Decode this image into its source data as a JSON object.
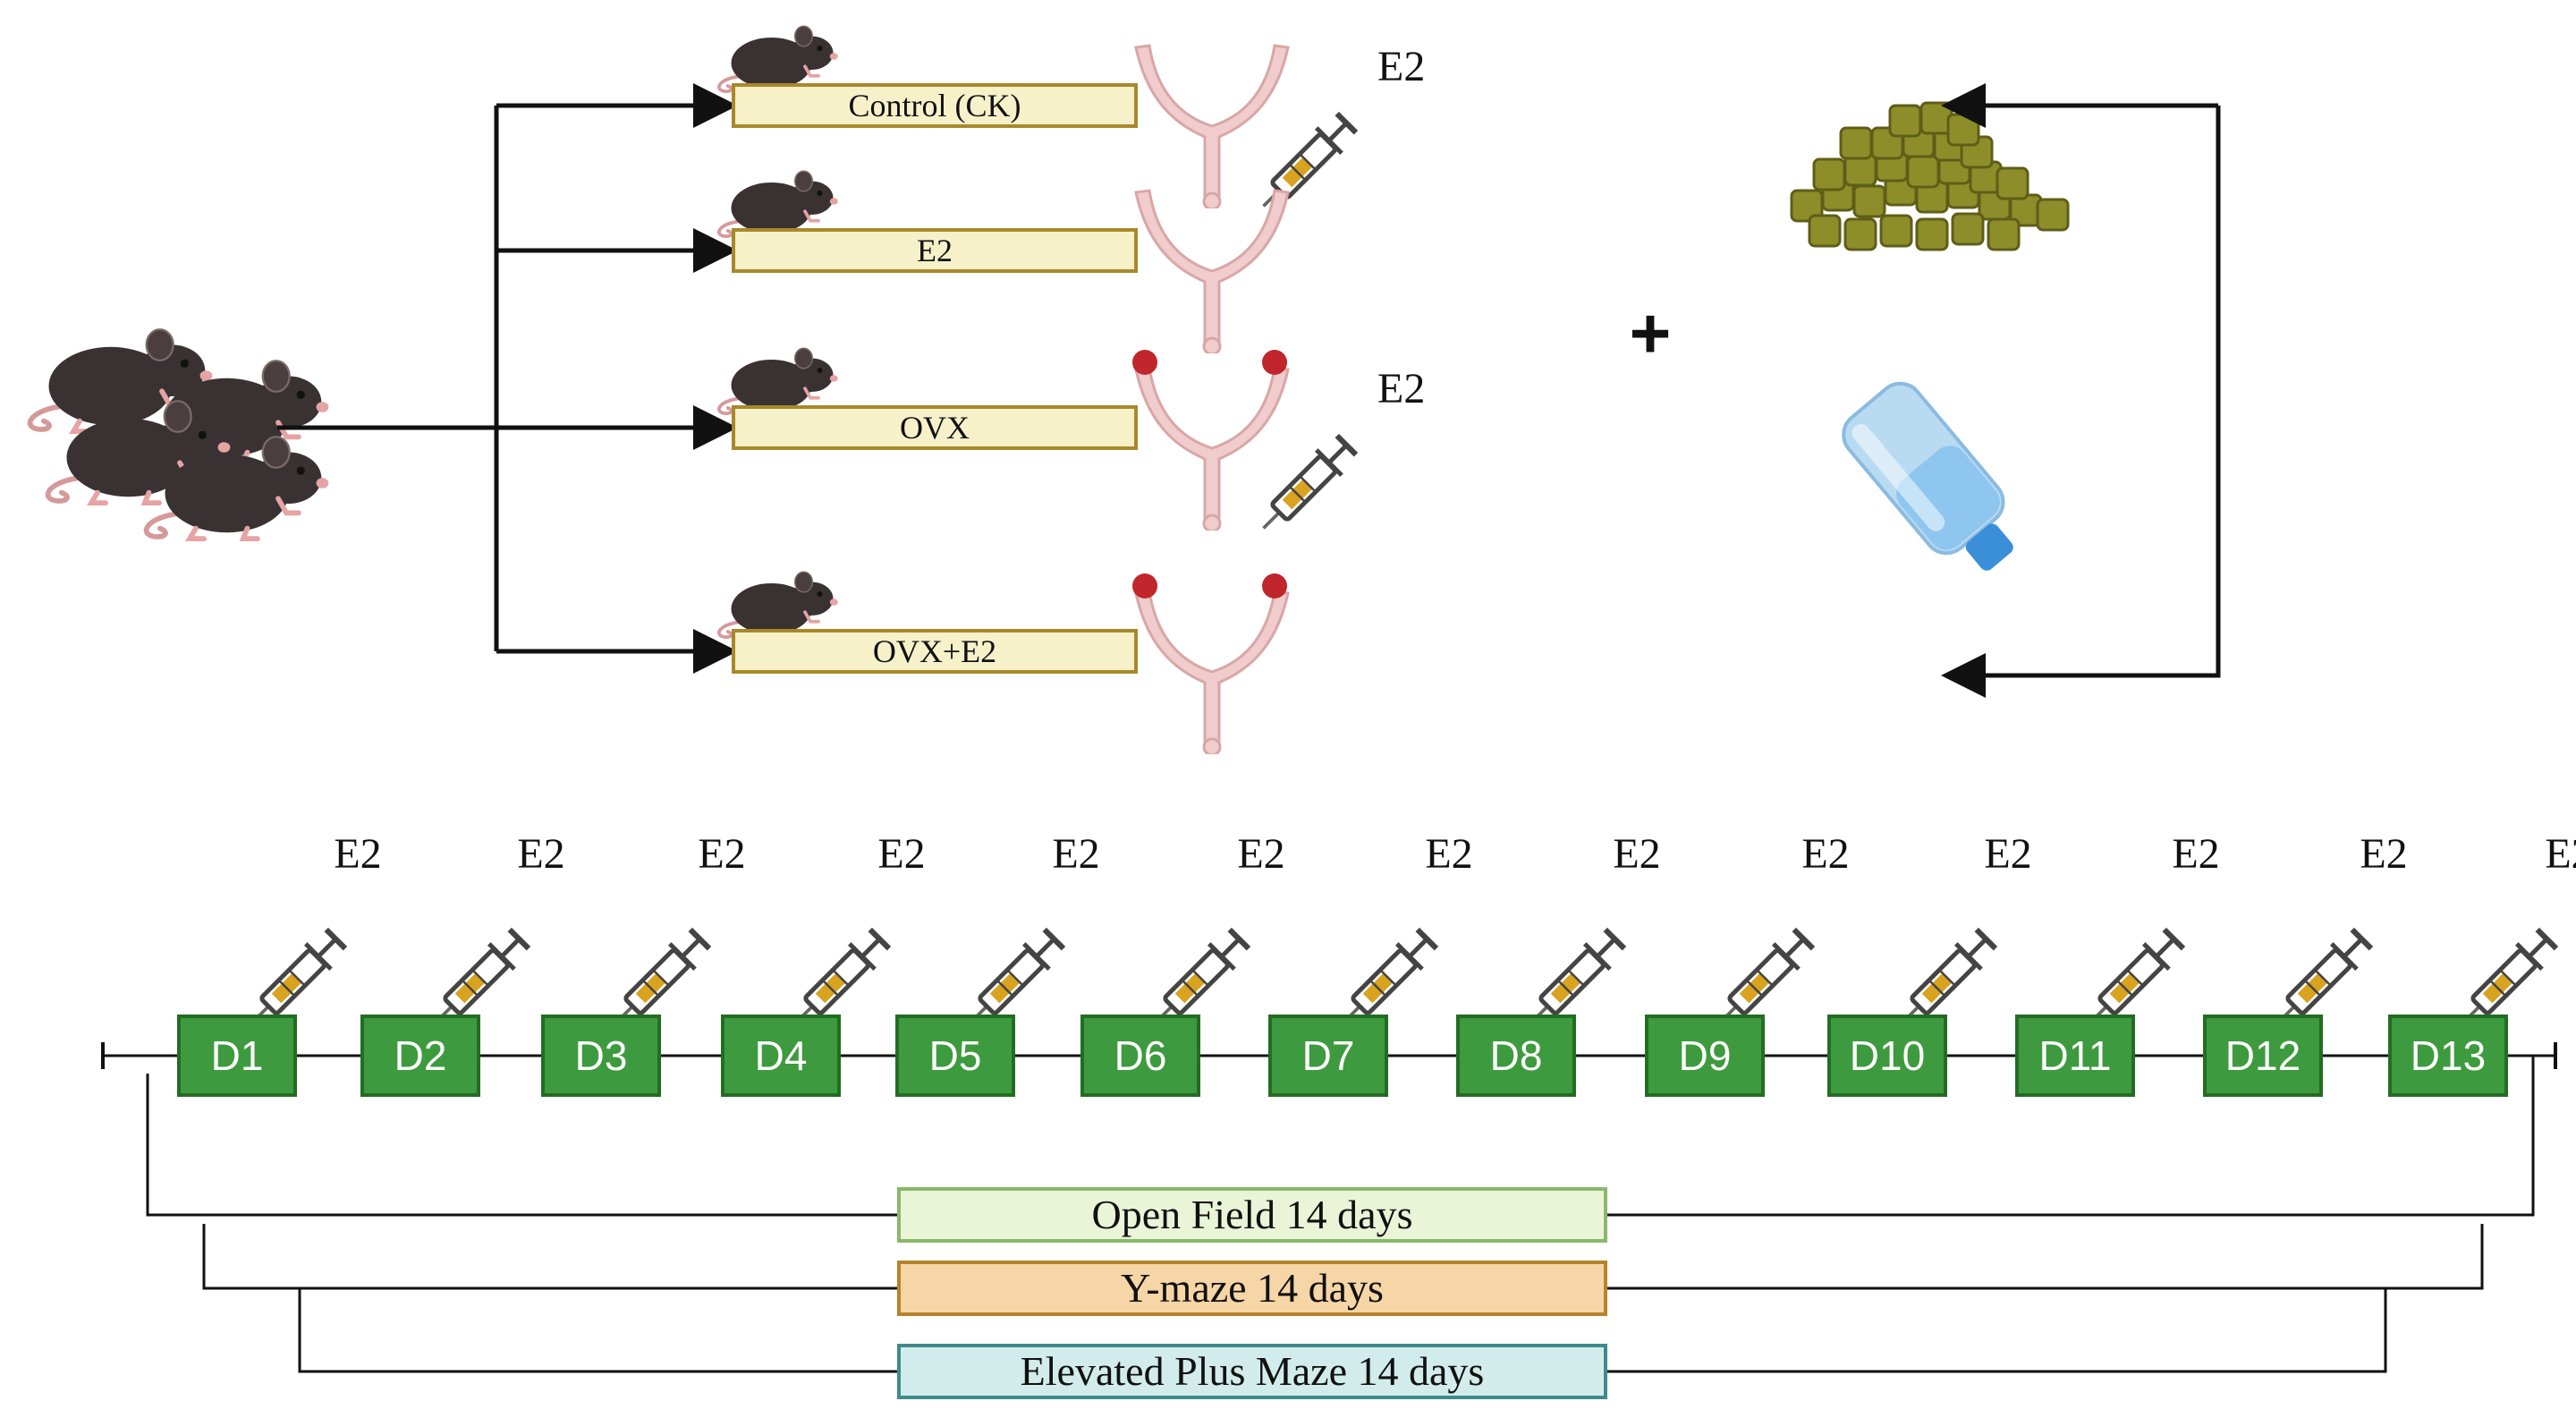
{
  "groups": [
    {
      "label": "Control (CK)",
      "e2_injection": true,
      "ovaries_removed": false
    },
    {
      "label": "E2",
      "e2_injection": false,
      "ovaries_removed": false
    },
    {
      "label": "OVX",
      "e2_injection": true,
      "ovaries_removed": true
    },
    {
      "label": "OVX+E2",
      "e2_injection": false,
      "ovaries_removed": true
    }
  ],
  "injection_label": "E2",
  "plus_sign": "+",
  "diet": {
    "food_icon": "food-pellets-icon",
    "water_icon": "water-bottle-icon"
  },
  "timeline": {
    "days": [
      "D1",
      "D2",
      "D3",
      "D4",
      "D5",
      "D6",
      "D7",
      "D8",
      "D9",
      "D10",
      "D11",
      "D12",
      "D13"
    ],
    "daily_injection_label": "E2"
  },
  "tests": [
    {
      "label": "Open Field 14 days",
      "fill": "#eaf5d8",
      "stroke": "#8ab86a"
    },
    {
      "label": "Y-maze 14 days",
      "fill": "#f6d6a6",
      "stroke": "#b8822a"
    },
    {
      "label": "Elevated Plus Maze 14 days",
      "fill": "#d2ecec",
      "stroke": "#3f8a8c"
    }
  ],
  "colors": {
    "group_box_fill": "#f7f1c9",
    "group_box_stroke": "#a8892a",
    "day_box_fill": "#3e9a3e",
    "day_box_stroke": "#236d23",
    "uterus": "#f0cccc",
    "ovary_dot": "#c0262b",
    "mouse_body": "#3a3232",
    "syringe_fluid": "#d9a21f",
    "pellet": "#8d8d2a",
    "bottle": "#b9dbf2",
    "bottle_cap": "#3b8fd9"
  }
}
